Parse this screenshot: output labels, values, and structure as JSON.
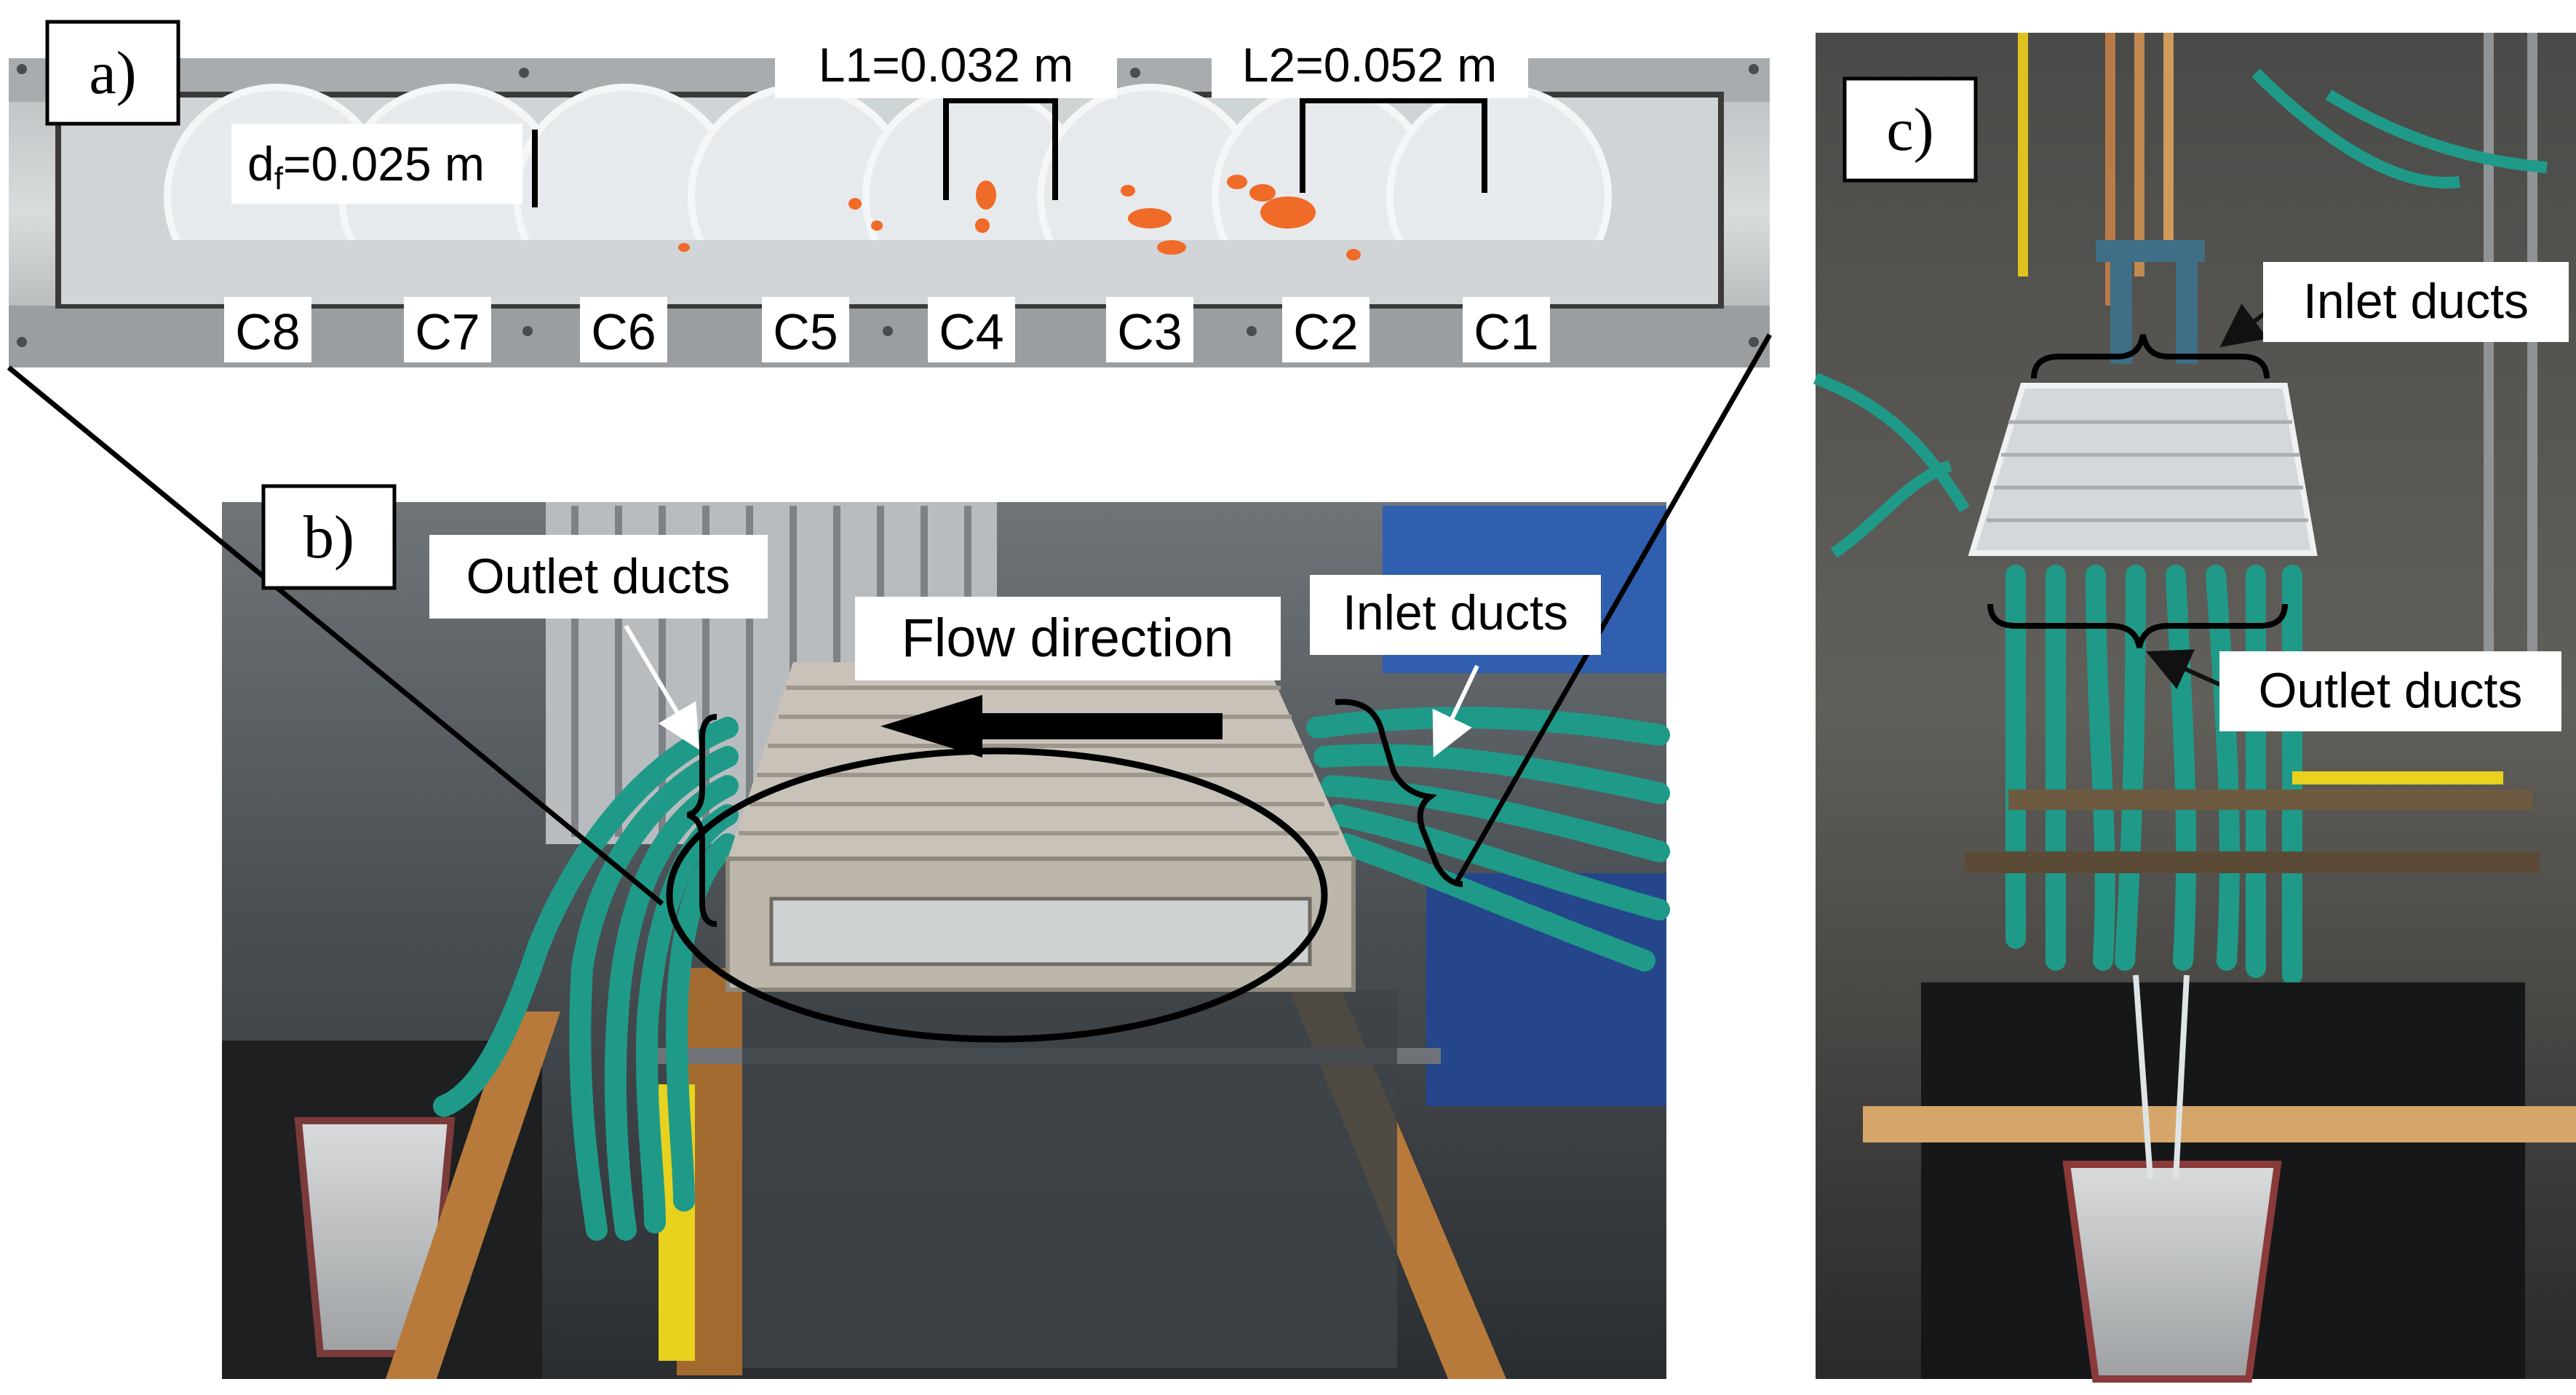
{
  "panels": {
    "a": {
      "tag": "a)",
      "cells": [
        "C8",
        "C7",
        "C6",
        "C5",
        "C4",
        "C3",
        "C2",
        "C1"
      ],
      "df_main": "d",
      "df_sub": "f",
      "df_value": "=0.025 m",
      "L1": "L1=0.032 m",
      "L2": "L2=0.052 m"
    },
    "b": {
      "tag": "b)",
      "outlet": "Outlet ducts",
      "inlet": "Inlet ducts",
      "flow": "Flow direction"
    },
    "c": {
      "tag": "c)",
      "inlet": "Inlet ducts",
      "outlet": "Outlet ducts"
    }
  },
  "colors": {
    "hose": "#1f9a88",
    "particles": "#f06a28",
    "frame": "#8c8c8c"
  }
}
